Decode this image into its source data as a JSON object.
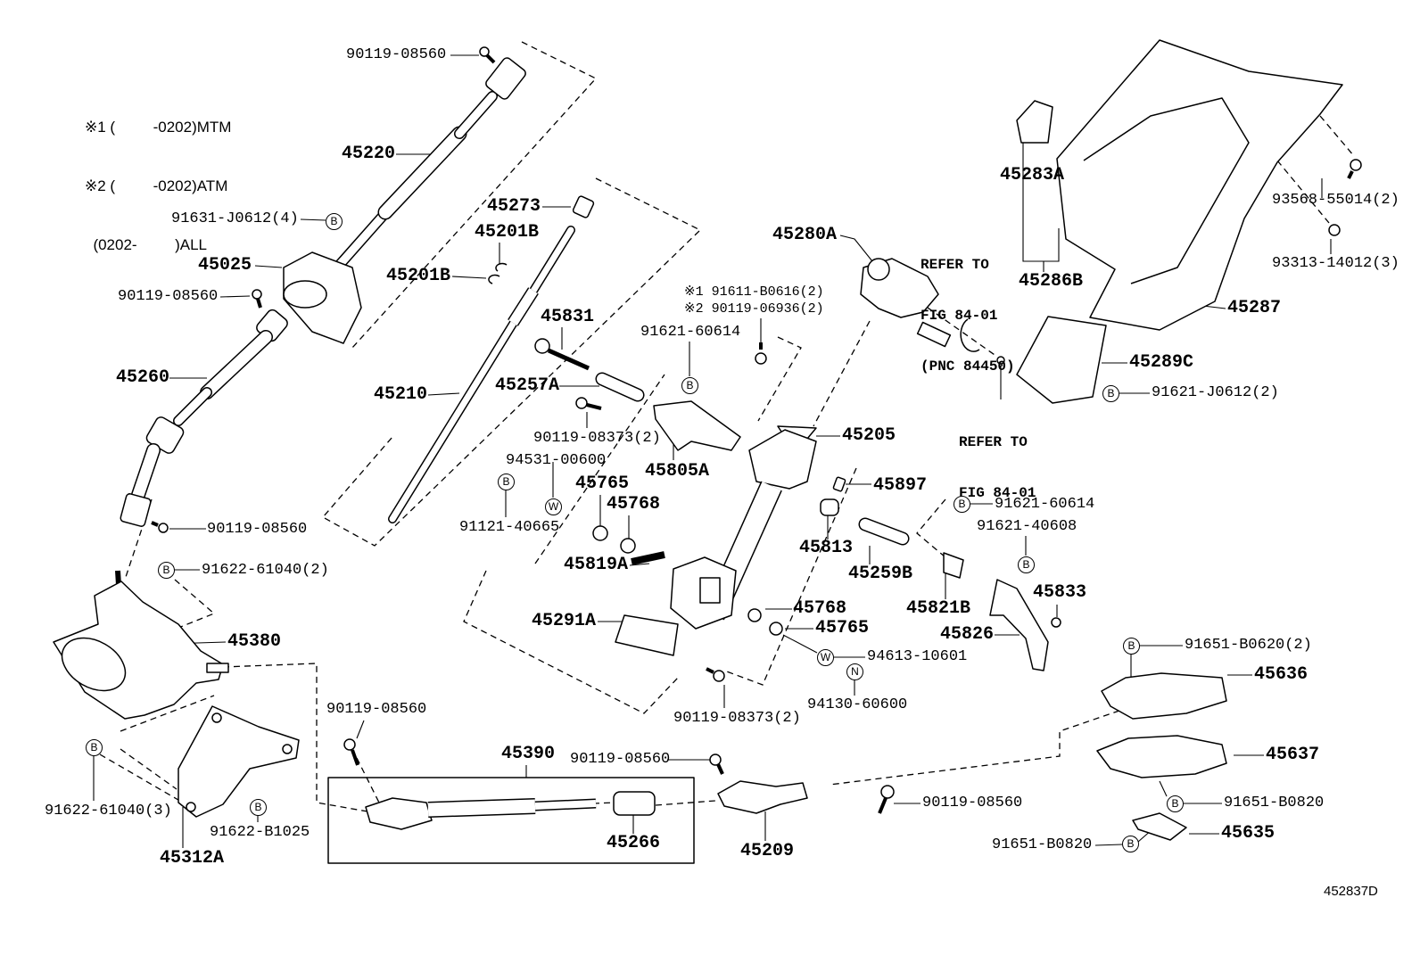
{
  "figure": {
    "notes": [
      "※1 (         -0202)MTM",
      "※2 (         -0202)ATM",
      "  (0202-         )ALL"
    ],
    "code": "452837D"
  },
  "symbols": {
    "b": "B",
    "w": "W",
    "n": "N"
  },
  "part_labels": [
    "45220",
    "45025",
    "45260",
    "45380",
    "45312A",
    "45273",
    "45201B",
    "45201B",
    "45210",
    "45831",
    "45257A",
    "45805A",
    "45765",
    "45768",
    "45819A",
    "45291A",
    "45768",
    "45765",
    "45205",
    "45897",
    "45813",
    "45259B",
    "45280A",
    "45283A",
    "45286B",
    "45287",
    "45289C",
    "45833",
    "45821B",
    "45826",
    "45636",
    "45637",
    "45635",
    "45390",
    "45266",
    "45209"
  ],
  "fastener_labels": [
    "90119-08560",
    "91631-J0612(4)",
    "90119-08560",
    "90119-08560",
    "91622-61040(2)",
    "90119-08560",
    "91622-61040(3)",
    "91622-B1025",
    "90119-08373(2)",
    "94531-00600",
    "91121-40665",
    "91621-60614",
    "90119-08373(2)",
    "94613-10601",
    "94130-60600",
    "93568-55014(2)",
    "93313-14012(3)",
    "91621-J0612(2)",
    "91621-60614",
    "91621-40608",
    "91651-B0620(2)",
    "91651-B0820",
    "91651-B0820",
    "90119-08560",
    "90119-08560"
  ],
  "variant_fasteners": [
    "※1 91611-B0616(2)",
    "※2 90119-06936(2)"
  ],
  "references": [
    {
      "lines": [
        "REFER TO",
        "FIG 84-01",
        "(PNC 84450)"
      ]
    },
    {
      "lines": [
        "REFER TO",
        "FIG 84-01"
      ]
    }
  ]
}
